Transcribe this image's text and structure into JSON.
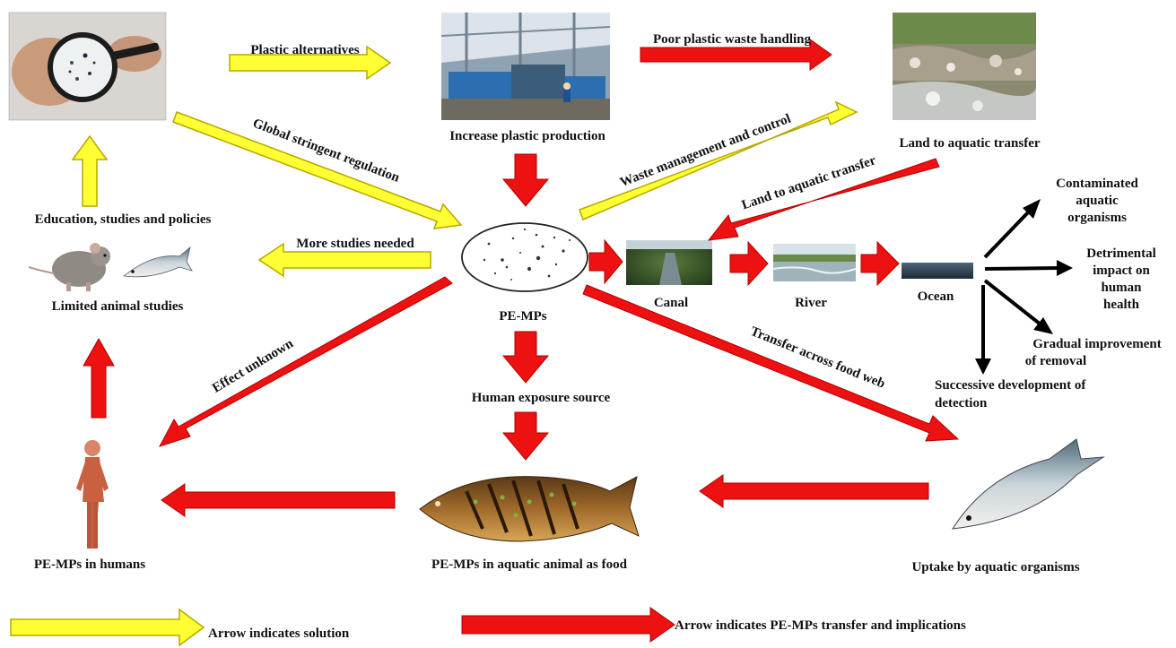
{
  "labels": {
    "plastic_alternatives": "Plastic alternatives",
    "poor_waste_handling": "Poor plastic waste handling",
    "increase_production": "Increase plastic production",
    "land_to_aquatic_1": "Land to aquatic transfer",
    "global_regulation": "Global stringent regulation",
    "waste_management": "Waste management and control",
    "land_to_aquatic_2": "Land to aquatic transfer",
    "education": "Education, studies and policies",
    "more_studies": "More studies needed",
    "limited_studies": "Limited animal studies",
    "pe_mps": "PE-MPs",
    "canal": "Canal",
    "river": "River",
    "ocean": "Ocean",
    "contaminated": [
      "Contaminated",
      "aquatic",
      "organisms"
    ],
    "detrimental": [
      "Detrimental",
      "impact on",
      "human",
      "health"
    ],
    "gradual": [
      "Gradual improvement",
      "of removal"
    ],
    "successive": [
      "Successive development of",
      "detection"
    ],
    "effect_unknown": "Effect unknown",
    "human_exposure": "Human exposure source",
    "transfer_food_web": "Transfer across food web",
    "pe_mps_humans": "PE-MPs in humans",
    "pe_mps_food": "PE-MPs in aquatic animal as food",
    "uptake": "Uptake by aquatic organisms"
  },
  "legend": {
    "solution": "Arrow indicates solution",
    "transfer": "Arrow indicates PE-MPs transfer and implications"
  },
  "colors": {
    "solution_arrow": "#ffff33",
    "transfer_arrow": "#ee1111",
    "impact_arrow": "#000000"
  }
}
